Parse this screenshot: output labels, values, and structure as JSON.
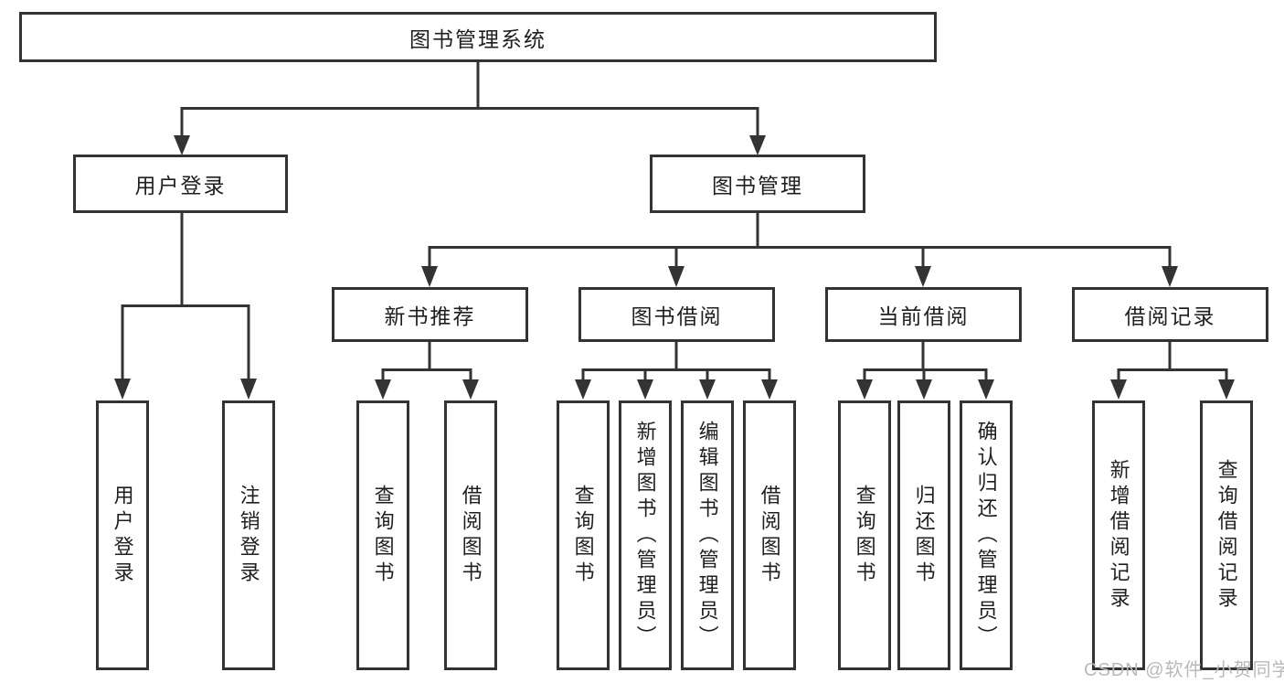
{
  "diagram": {
    "title": "图书管理系统",
    "root": {
      "label": "图书管理系统"
    },
    "level2": [
      {
        "label": "用户登录"
      },
      {
        "label": "图书管理"
      }
    ],
    "level3": [
      {
        "label": "新书推荐"
      },
      {
        "label": "图书借阅"
      },
      {
        "label": "当前借阅"
      },
      {
        "label": "借阅记录"
      }
    ],
    "leaves": [
      {
        "label": "用户登录"
      },
      {
        "label": "注销登录"
      },
      {
        "label": "查询图书"
      },
      {
        "label": "借阅图书"
      },
      {
        "label": "查询图书"
      },
      {
        "label": "新增图书（管理员）"
      },
      {
        "label": "编辑图书（管理员）"
      },
      {
        "label": "借阅图书"
      },
      {
        "label": "查询图书"
      },
      {
        "label": "归还图书"
      },
      {
        "label": "确认归还（管理员）"
      },
      {
        "label": "新增借阅记录"
      },
      {
        "label": "查询借阅记录"
      }
    ]
  },
  "watermark": {
    "text": "CSDN @软件_小贺同学"
  },
  "colors": {
    "line": "#333333",
    "box_border": "#333333",
    "box_fill": "#ffffff",
    "text": "#1f1f1f",
    "watermark": "#b9b9b9",
    "background": "#ffffff"
  }
}
